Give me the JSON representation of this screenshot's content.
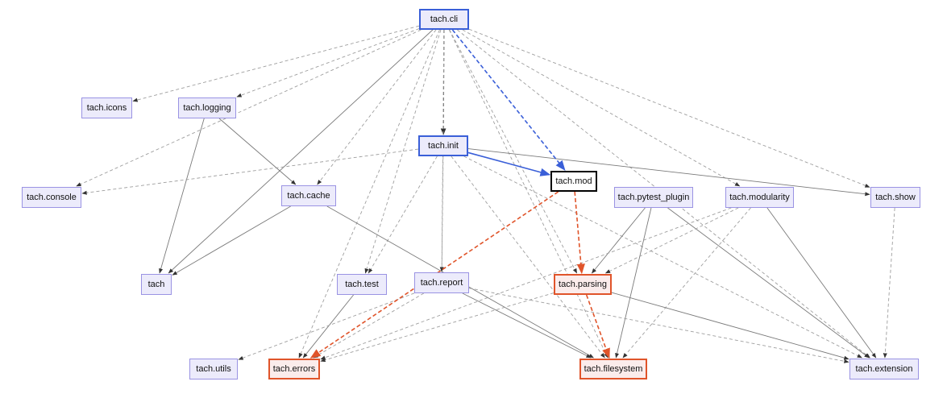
{
  "nodes": [
    {
      "id": "cli",
      "label": "tach.cli",
      "style": "focus-blue"
    },
    {
      "id": "icons",
      "label": "tach.icons",
      "style": "normal"
    },
    {
      "id": "logging",
      "label": "tach.logging",
      "style": "normal"
    },
    {
      "id": "init",
      "label": "tach.init",
      "style": "focus-blue"
    },
    {
      "id": "console",
      "label": "tach.console",
      "style": "normal"
    },
    {
      "id": "cache",
      "label": "tach.cache",
      "style": "normal"
    },
    {
      "id": "mod",
      "label": "tach.mod",
      "style": "focus-black"
    },
    {
      "id": "pytest_plugin",
      "label": "tach.pytest_plugin",
      "style": "normal"
    },
    {
      "id": "modularity",
      "label": "tach.modularity",
      "style": "normal"
    },
    {
      "id": "show",
      "label": "tach.show",
      "style": "normal"
    },
    {
      "id": "tach",
      "label": "tach",
      "style": "normal"
    },
    {
      "id": "test",
      "label": "tach.test",
      "style": "normal"
    },
    {
      "id": "report",
      "label": "tach.report",
      "style": "normal"
    },
    {
      "id": "parsing",
      "label": "tach.parsing",
      "style": "focus-orange"
    },
    {
      "id": "utils",
      "label": "tach.utils",
      "style": "normal"
    },
    {
      "id": "errors",
      "label": "tach.errors",
      "style": "focus-orange"
    },
    {
      "id": "filesystem",
      "label": "tach.filesystem",
      "style": "focus-orange"
    },
    {
      "id": "extension",
      "label": "tach.extension",
      "style": "normal"
    }
  ],
  "edges": [
    {
      "from": "cli",
      "to": "icons",
      "style": "dashed"
    },
    {
      "from": "cli",
      "to": "logging",
      "style": "dashed"
    },
    {
      "from": "cli",
      "to": "console",
      "style": "dashed"
    },
    {
      "from": "cli",
      "to": "init",
      "style": "dashed-dark"
    },
    {
      "from": "cli",
      "to": "mod",
      "style": "dashed-blue"
    },
    {
      "from": "cli",
      "to": "cache",
      "style": "dashed"
    },
    {
      "from": "cli",
      "to": "tach",
      "style": "solid"
    },
    {
      "from": "cli",
      "to": "test",
      "style": "dashed"
    },
    {
      "from": "cli",
      "to": "report",
      "style": "dashed"
    },
    {
      "from": "cli",
      "to": "parsing",
      "style": "dashed"
    },
    {
      "from": "cli",
      "to": "errors",
      "style": "dashed"
    },
    {
      "from": "cli",
      "to": "filesystem",
      "style": "dashed"
    },
    {
      "from": "cli",
      "to": "modularity",
      "style": "dashed"
    },
    {
      "from": "cli",
      "to": "show",
      "style": "dashed"
    },
    {
      "from": "cli",
      "to": "extension",
      "style": "dashed"
    },
    {
      "from": "logging",
      "to": "cache",
      "style": "solid"
    },
    {
      "from": "logging",
      "to": "tach",
      "style": "solid"
    },
    {
      "from": "init",
      "to": "console",
      "style": "dashed"
    },
    {
      "from": "init",
      "to": "mod",
      "style": "solid-blue"
    },
    {
      "from": "init",
      "to": "show",
      "style": "solid"
    },
    {
      "from": "init",
      "to": "report",
      "style": "dashed"
    },
    {
      "from": "init",
      "to": "test",
      "style": "dashed"
    },
    {
      "from": "init",
      "to": "filesystem",
      "style": "dashed"
    },
    {
      "from": "init",
      "to": "extension",
      "style": "dashed"
    },
    {
      "from": "cache",
      "to": "tach",
      "style": "solid"
    },
    {
      "from": "cache",
      "to": "filesystem",
      "style": "solid"
    },
    {
      "from": "mod",
      "to": "parsing",
      "style": "dashed-orange"
    },
    {
      "from": "mod",
      "to": "errors",
      "style": "dashed-orange"
    },
    {
      "from": "pytest_plugin",
      "to": "parsing",
      "style": "solid"
    },
    {
      "from": "pytest_plugin",
      "to": "filesystem",
      "style": "solid"
    },
    {
      "from": "pytest_plugin",
      "to": "extension",
      "style": "solid"
    },
    {
      "from": "modularity",
      "to": "parsing",
      "style": "dashed"
    },
    {
      "from": "modularity",
      "to": "filesystem",
      "style": "dashed"
    },
    {
      "from": "modularity",
      "to": "extension",
      "style": "solid"
    },
    {
      "from": "modularity",
      "to": "errors",
      "style": "dashed"
    },
    {
      "from": "show",
      "to": "extension",
      "style": "dashed"
    },
    {
      "from": "test",
      "to": "errors",
      "style": "solid"
    },
    {
      "from": "report",
      "to": "errors",
      "style": "dashed"
    },
    {
      "from": "report",
      "to": "utils",
      "style": "dashed"
    },
    {
      "from": "report",
      "to": "filesystem",
      "style": "solid"
    },
    {
      "from": "report",
      "to": "extension",
      "style": "dashed"
    },
    {
      "from": "parsing",
      "to": "filesystem",
      "style": "dashed-orange"
    },
    {
      "from": "parsing",
      "to": "extension",
      "style": "solid"
    },
    {
      "from": "parsing",
      "to": "errors",
      "style": "dashed"
    }
  ]
}
